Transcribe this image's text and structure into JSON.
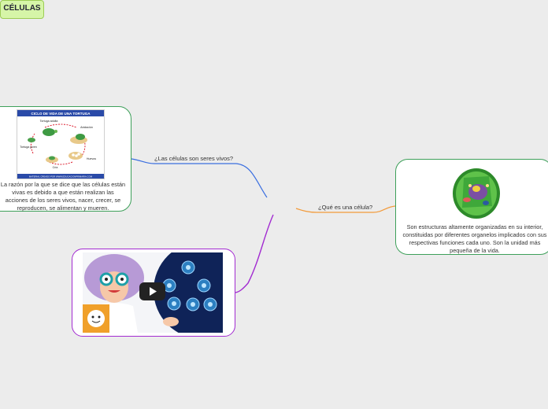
{
  "central": {
    "label": "CÉLULAS"
  },
  "branches": {
    "alive": {
      "label": "¿Las células son seres vivos?"
    },
    "what": {
      "label": "¿Qué es una célula?"
    }
  },
  "nodes": {
    "left_text": "La razón por la que se dice que las células están vivas es debido a que están realizan las acciones de los seres vivos, nacer, crecer, se reproducen, se alimentan y mueren.",
    "right_text": "Son estructuras altamente organizadas en su interior, constituidas por diferentes organelos implicados con sus respectivas funciones cada uno. Son la unidad más pequeña de la vida."
  },
  "lifecycle_image": {
    "title": "CICLO DE VIDA DE UNA TORTUGA",
    "labels": [
      "Tortuga adulta",
      "Anidación",
      "Huevos",
      "Cría",
      "Tortuga joven"
    ],
    "footer": "MATERIAL CREADO POR WWW.EDUCACIONPRIMARIA.COM"
  },
  "colors": {
    "central_fill": "#d6f5a8",
    "branch_alive": "#3b6fe0",
    "branch_what": "#f29a3a",
    "branch_video": "#a22bd1",
    "node_border_green": "#3ea05a"
  },
  "icons": {
    "video_play": "play-icon"
  }
}
